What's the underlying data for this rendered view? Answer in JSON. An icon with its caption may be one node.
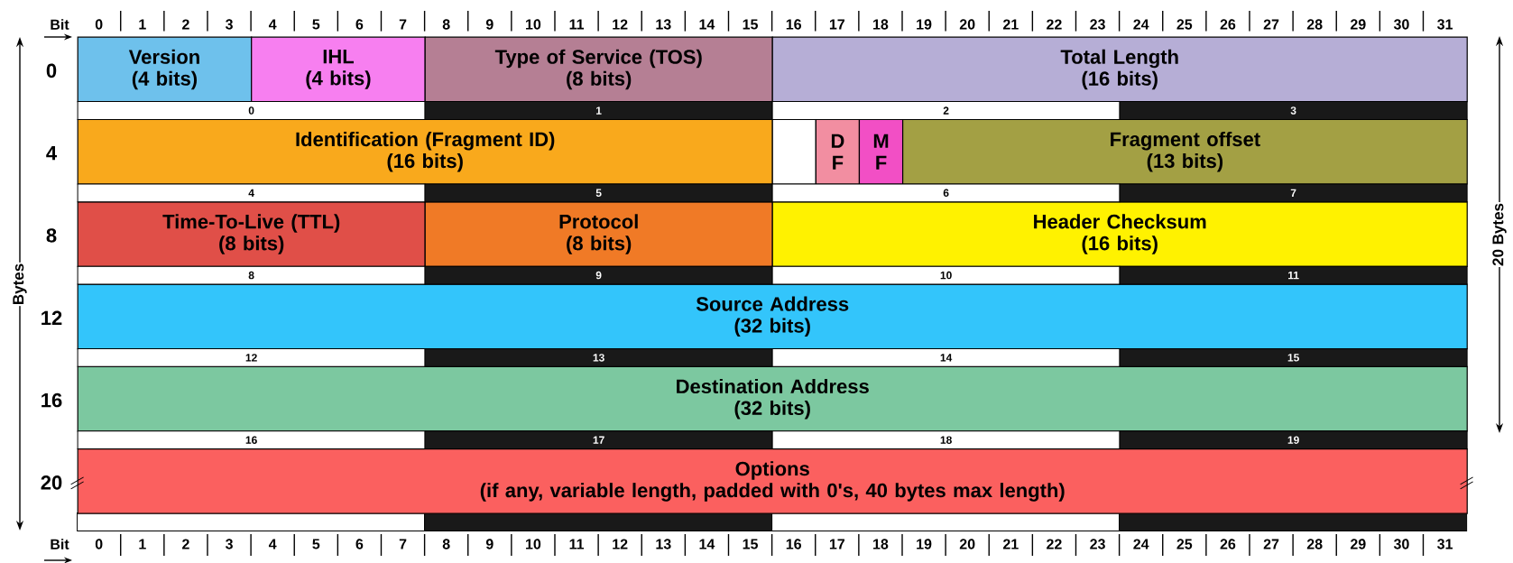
{
  "diagram": {
    "nodes": [
      {
        "text": [
          "Version",
          "(4 bits)"
        ]
      },
      {
        "text": [
          "IHL",
          "(4 bits)"
        ]
      },
      {
        "text": [
          "Type of Service (TOS)",
          "(8 bits)"
        ]
      },
      {
        "text": [
          "Total Length",
          "(16 bits)"
        ]
      },
      {
        "text": [
          "Identification (Fragment ID)",
          "(16 bits)"
        ]
      },
      {
        "text": [],
        "shape": "box"
      },
      {
        "text": [
          "D F"
        ]
      },
      {
        "text": [
          "M F"
        ]
      },
      {
        "text": [
          "Fragment offset",
          "(13 bits)"
        ]
      },
      {
        "text": [
          "Time-To-Live (TTL)",
          "(8 bits)"
        ]
      },
      {
        "text": [
          "Protocol",
          "(8 bits)"
        ]
      },
      {
        "text": [
          "Header Checksum",
          "(16 bits)"
        ]
      },
      {
        "text": [
          "Source Address",
          "(32 bits)"
        ]
      },
      {
        "text": [
          "Destination Address",
          "(32 bits)"
        ]
      },
      {
        "text": [
          "Options",
          "(if any, variable length, padded with 0's, 40 bytes max length)"
        ]
      }
    ],
    "labels": [
      "Bit",
      "0",
      "1",
      "2",
      "3",
      "4",
      "5",
      "6",
      "7",
      "8",
      "9",
      "10",
      "11",
      "12",
      "13",
      "14",
      "15",
      "16",
      "17",
      "18",
      "19",
      "20",
      "21",
      "22",
      "23",
      "24",
      "25",
      "26",
      "27",
      "28",
      "29",
      "30",
      "31",
      "0",
      "4",
      "8",
      "12",
      "16",
      "20",
      "0",
      "1",
      "2",
      "3",
      "4",
      "5",
      "6",
      "7",
      "8",
      "9",
      "10",
      "11",
      "12",
      "13",
      "14",
      "15",
      "16",
      "17",
      "18",
      "19",
      "Bytes",
      "20 Bytes",
      "Bit",
      "0",
      "1",
      "2",
      "3",
      "4",
      "5",
      "6",
      "7",
      "8",
      "9",
      "10",
      "11",
      "12",
      "13",
      "14",
      "15",
      "16",
      "17",
      "18",
      "19",
      "20",
      "21",
      "22",
      "23",
      "24",
      "25",
      "26",
      "27",
      "28",
      "29",
      "30",
      "31"
    ]
  }
}
